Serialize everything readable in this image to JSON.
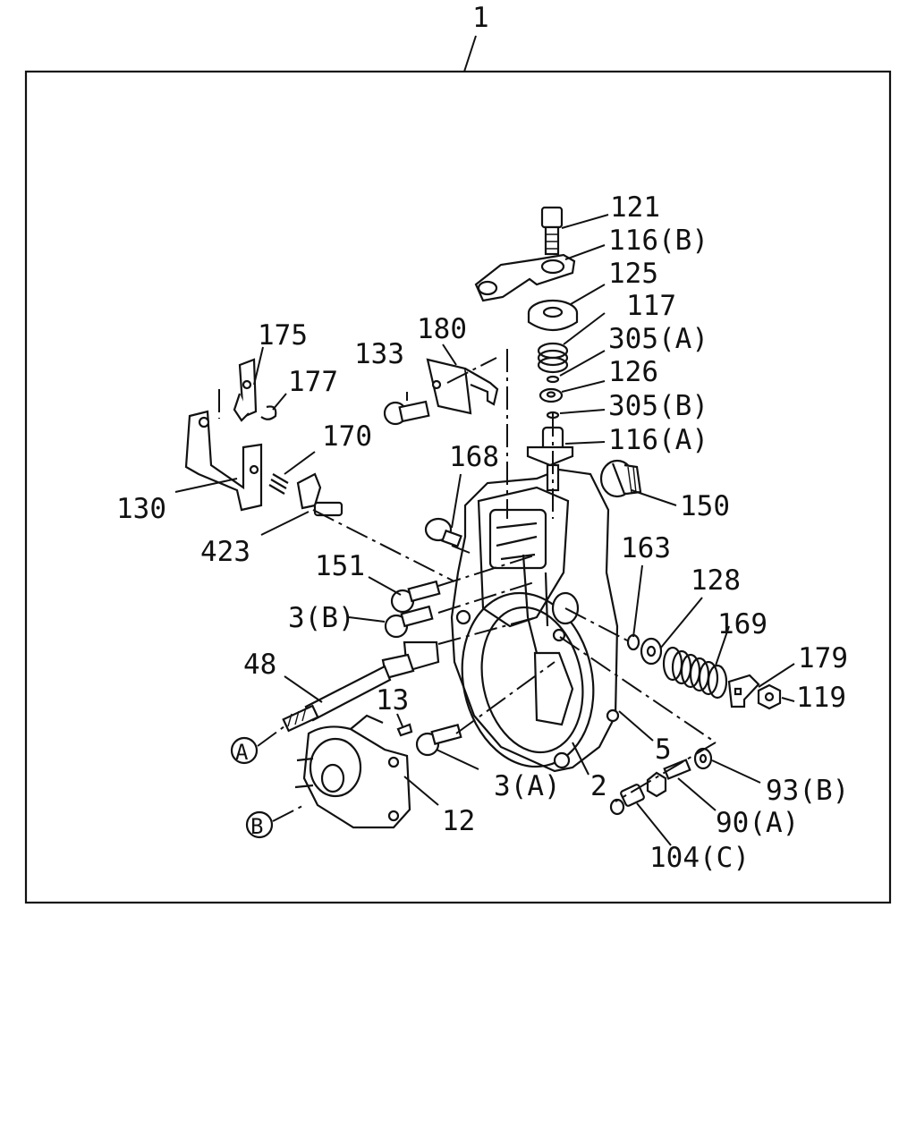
{
  "title_callout": "1",
  "callouts": {
    "c121": "121",
    "c116b": "116(B)",
    "c125": "125",
    "c117": "117",
    "c305a": "305(A)",
    "c126": "126",
    "c305b": "305(B)",
    "c116a": "116(A)",
    "c150": "150",
    "c175": "175",
    "c177": "177",
    "c133": "133",
    "c180": "180",
    "c170": "170",
    "c168": "168",
    "c130": "130",
    "c423": "423",
    "c151": "151",
    "c163": "163",
    "c128": "128",
    "c3b": "3(B)",
    "c169": "169",
    "c179": "179",
    "c48": "48",
    "c119": "119",
    "c13": "13",
    "c5": "5",
    "c93b": "93(B)",
    "c3a": "3(A)",
    "c2": "2",
    "c12": "12",
    "c90a": "90(A)",
    "c104c": "104(C)"
  },
  "markers": {
    "a": "A",
    "b": "B"
  }
}
